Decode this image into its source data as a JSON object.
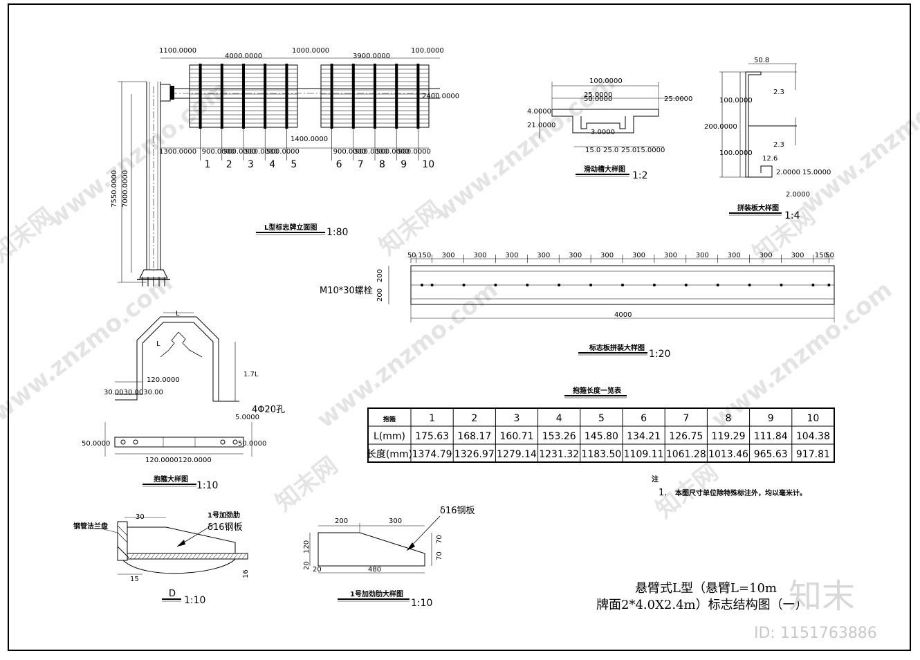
{
  "elevation": {
    "top_dims": [
      "1100.0000",
      "4000.0000",
      "1000.0000",
      "3900.0000",
      "100.0000"
    ],
    "right_dim": "2400.0000",
    "v_dim_outer": "7550.0000",
    "v_dim_inner": "7000.0000",
    "bottom_left": "1300.0000",
    "bottom_spacing": "900.0000",
    "mid_dim": "1400.0000",
    "strip_numbers": [
      "1",
      "2",
      "3",
      "4",
      "5",
      "6",
      "7",
      "8",
      "9",
      "10"
    ],
    "title": "L型标志牌立面图",
    "scale": "1:80"
  },
  "slide_channel": {
    "dims": {
      "top": "100.0000",
      "left_w": "25.0000",
      "mid_w": "50.0000",
      "right_w": "25.0000",
      "t1": "4.0000",
      "h": "21.0000",
      "inner": "3.0000",
      "b1": "15.0",
      "b2": "25.0",
      "b3": "25.0",
      "b4": "15.0000"
    },
    "title": "滑动槽大样图",
    "scale": "1:2"
  },
  "panel_detail": {
    "dims": {
      "w": "50.8",
      "t1": "2.3",
      "t2": "2.3",
      "h_top": "100.0000",
      "h_total": "200.0000",
      "h_bot": "100.0000",
      "lip": "12.6",
      "a": "2.0000",
      "b": "15.0000",
      "c": "2.0000"
    },
    "title": "拼装板大样图",
    "scale": "1:4"
  },
  "assembly": {
    "top_dims": [
      "50",
      "150",
      "300",
      "300",
      "300",
      "300",
      "300",
      "300",
      "300",
      "300",
      "300",
      "300",
      "300",
      "300",
      "150",
      "50"
    ],
    "left_dims": [
      "200",
      "200"
    ],
    "bolt_label": "M10*30螺栓",
    "length": "4000",
    "title": "标志板拼装大样图",
    "scale": "1:20"
  },
  "hoop": {
    "L": "L",
    "h": "1.7L",
    "w": "120.0000",
    "small": "30.0030.0030.00",
    "bolt": "4Φ20孔",
    "t": "5.0000",
    "bar_left": "50.0000",
    "bar_right": "50.0000",
    "bar_a": "120.0000",
    "bar_b": "120.0000",
    "title": "抱箍大样图",
    "scale": "1:10"
  },
  "table": {
    "title": "抱箍长度一览表",
    "header": [
      "抱箍",
      "1",
      "2",
      "3",
      "4",
      "5",
      "6",
      "7",
      "8",
      "9",
      "10"
    ],
    "rows": [
      [
        "L(mm)",
        "175.63",
        "168.17",
        "160.71",
        "153.26",
        "145.80",
        "134.21",
        "126.75",
        "119.29",
        "111.84",
        "104.38"
      ],
      [
        "长度(mm)",
        "1374.79",
        "1326.97",
        "1279.14",
        "1231.32",
        "1183.50",
        "1109.11",
        "1061.28",
        "1013.46",
        "965.63",
        "917.81"
      ]
    ]
  },
  "notes": {
    "head": "注",
    "line1_num": "1.",
    "line1": "本图尺寸单位除特殊标注外，均以毫米计。"
  },
  "detail_d": {
    "dim_top": "30",
    "dim_bottom": "15",
    "dim_right": "16",
    "label_left": "钢管法兰盘",
    "label_rib": "1号加劲肋",
    "label_plate": "δ16钢板",
    "title": "D",
    "scale": "1:10"
  },
  "rib1": {
    "dims": [
      "200",
      "300"
    ],
    "left_a": "120",
    "left_b": "20",
    "bottom_a": "20",
    "bottom": "480",
    "right_a": "70",
    "right_b": "70",
    "label_plate": "δ16钢板",
    "title": "1号加劲肋大样图",
    "scale": "1:10"
  },
  "title_block": {
    "line1": "悬臂式L型（悬臂L=10m",
    "line2": "牌面2*4.0X2.4m）标志结构图（一）"
  },
  "watermark": {
    "site": "www.znzmo.com",
    "brand": "知末网",
    "logo": "知末",
    "id": "ID: 1151763886"
  }
}
